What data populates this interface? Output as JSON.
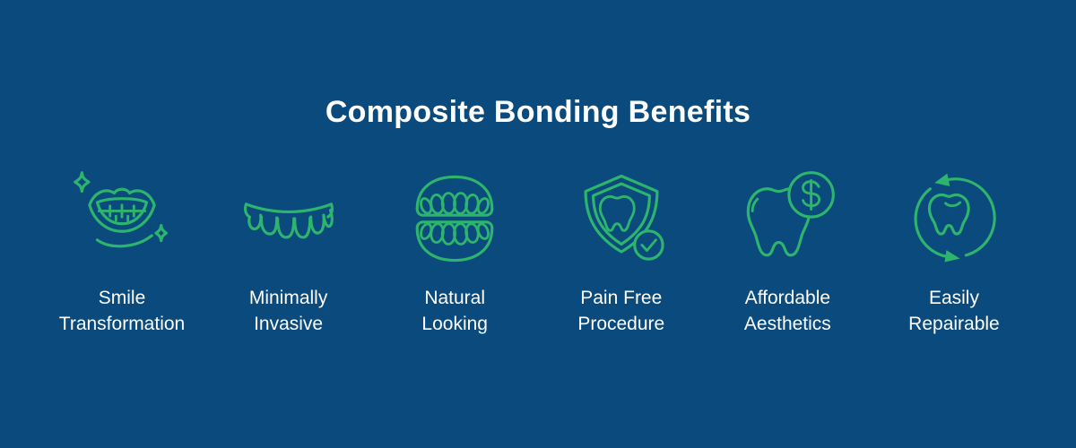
{
  "title": "Composite Bonding Benefits",
  "colors": {
    "background": "#0a4a7d",
    "accent_green": "#2db56e",
    "text": "#ffffff"
  },
  "benefits": [
    {
      "icon": "smile-sparkle-icon",
      "label": "Smile\nTransformation"
    },
    {
      "icon": "veneer-teeth-icon",
      "label": "Minimally\nInvasive"
    },
    {
      "icon": "dentures-icon",
      "label": "Natural\nLooking"
    },
    {
      "icon": "tooth-shield-check-icon",
      "label": "Pain Free\nProcedure"
    },
    {
      "icon": "tooth-dollar-icon",
      "label": "Affordable\nAesthetics"
    },
    {
      "icon": "tooth-recycle-arrows-icon",
      "label": "Easily\nRepairable"
    }
  ]
}
